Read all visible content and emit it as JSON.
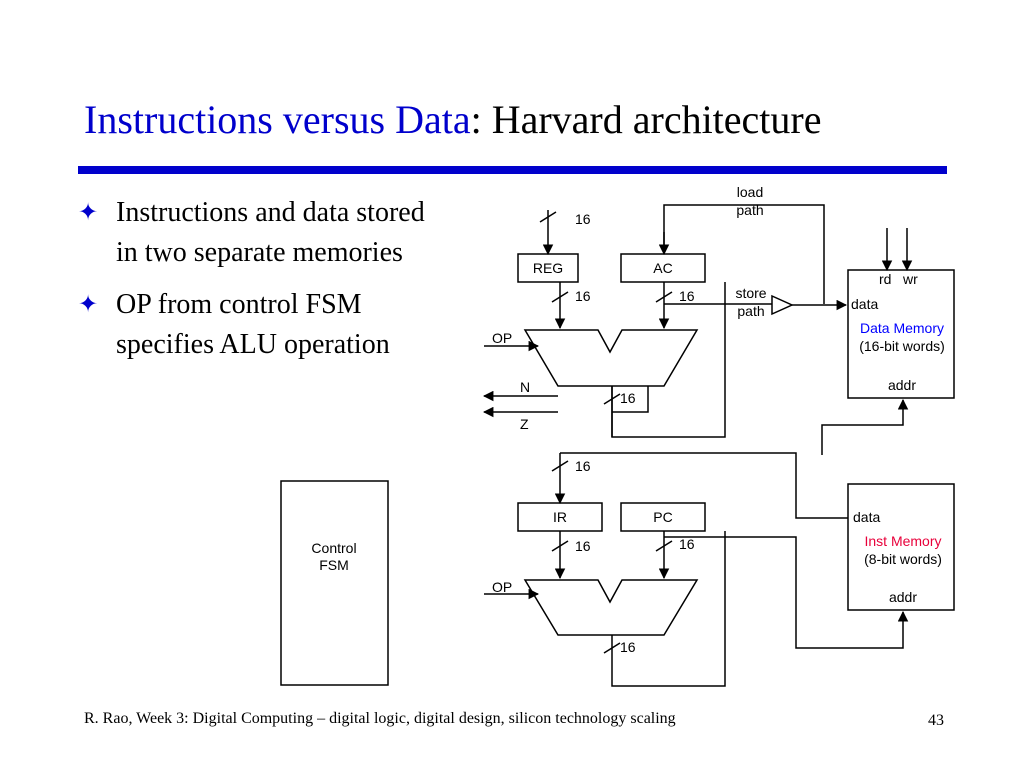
{
  "slide": {
    "title_part1": "Instructions versus Data",
    "title_part2": ": Harvard architecture",
    "bullets": [
      {
        "marker": "✦",
        "text": "Instructions and data stored\nin two separate memories"
      },
      {
        "marker": "✦",
        "text": "OP from control FSM\nspecifies ALU operation"
      }
    ],
    "footer": "R. Rao, Week 3: Digital Computing – digital logic, digital design, silicon technology scaling",
    "page_number": "43"
  },
  "diagram": {
    "load_path": [
      "load",
      "path"
    ],
    "store_path": [
      "store",
      "path"
    ],
    "reg": "REG",
    "ac": "AC",
    "ir": "IR",
    "pc": "PC",
    "bus_width": "16",
    "op": "OP",
    "flag_n": "N",
    "flag_z": "Z",
    "control_fsm": [
      "Control",
      "FSM"
    ],
    "data_memory": {
      "rd": "rd",
      "wr": "wr",
      "data": "data",
      "name": "Data Memory",
      "words": "(16-bit words)",
      "addr": "addr"
    },
    "inst_memory": {
      "data": "data",
      "name": "Inst Memory",
      "words": "(8-bit words)",
      "addr": "addr"
    },
    "colors": {
      "accent": "#0000cc",
      "data_memory_label": "#0000ff",
      "inst_memory_label": "#e8003a"
    }
  }
}
